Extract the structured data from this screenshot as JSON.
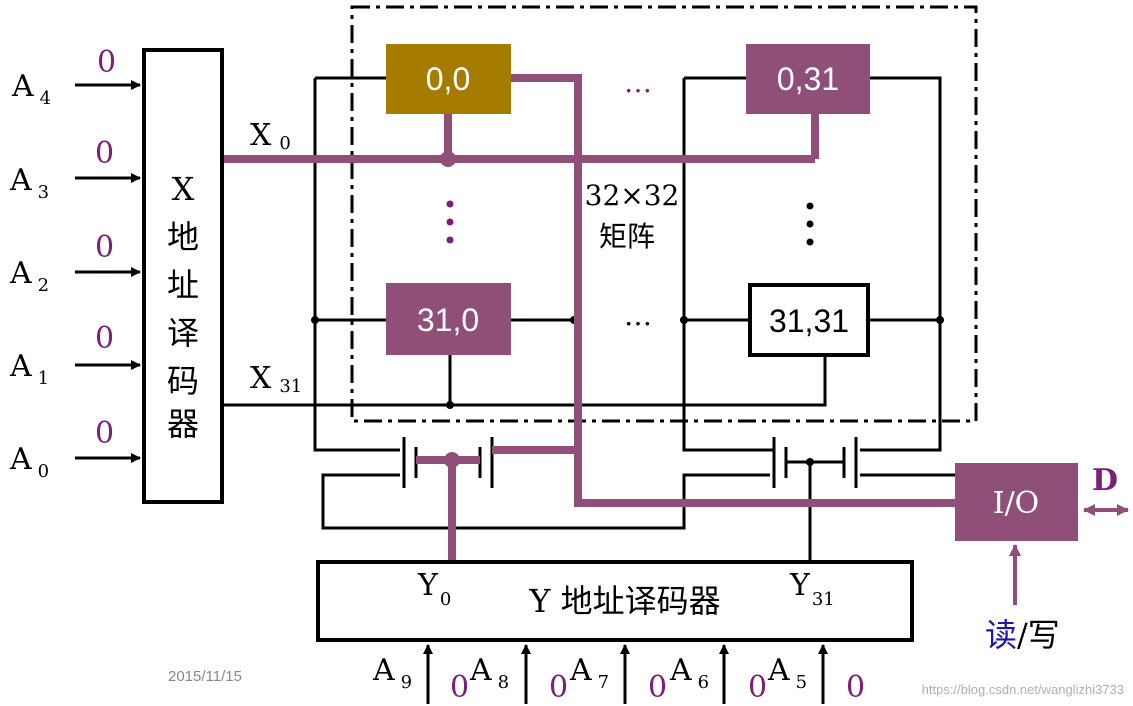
{
  "colors": {
    "black": "#000000",
    "purple": "#8f4f78",
    "gold": "#a67c00",
    "digit": "#7b1f7b",
    "blue": "#1a1aaa",
    "gray": "#999999"
  },
  "inputs_x": [
    {
      "letter": "A",
      "sub": "4",
      "value": "0"
    },
    {
      "letter": "A",
      "sub": "3",
      "value": "0"
    },
    {
      "letter": "A",
      "sub": "2",
      "value": "0"
    },
    {
      "letter": "A",
      "sub": "1",
      "value": "0"
    },
    {
      "letter": "A",
      "sub": "0",
      "value": "0"
    }
  ],
  "x_decoder": {
    "chars": [
      "X",
      "地",
      "址",
      "译",
      "码",
      "器"
    ]
  },
  "x_lines": [
    {
      "main": "X",
      "sub": "0"
    },
    {
      "main": "X",
      "sub": "31"
    }
  ],
  "cells": {
    "c00": "0,0",
    "c031": "0,31",
    "c310": "31,0",
    "c3131": "31,31"
  },
  "dots_h": "…",
  "matrix": {
    "line1": "32×32",
    "line2": "矩阵"
  },
  "io": {
    "label": "I/O",
    "d": "D",
    "rw_read": "读",
    "rw_rest": "/写"
  },
  "y_decoder": {
    "label": "Y 地址译码器",
    "y0_main": "Y",
    "y0_sub": "0",
    "y31_main": "Y",
    "y31_sub": "31"
  },
  "inputs_y": [
    {
      "letter": "A",
      "sub": "9",
      "value": "0"
    },
    {
      "letter": "A",
      "sub": "8",
      "value": "0"
    },
    {
      "letter": "A",
      "sub": "7",
      "value": "0"
    },
    {
      "letter": "A",
      "sub": "6",
      "value": "0"
    },
    {
      "letter": "A",
      "sub": "5",
      "value": "0"
    }
  ],
  "date": "2015/11/15",
  "watermark": "https://blog.csdn.net/wanglizhi3733"
}
